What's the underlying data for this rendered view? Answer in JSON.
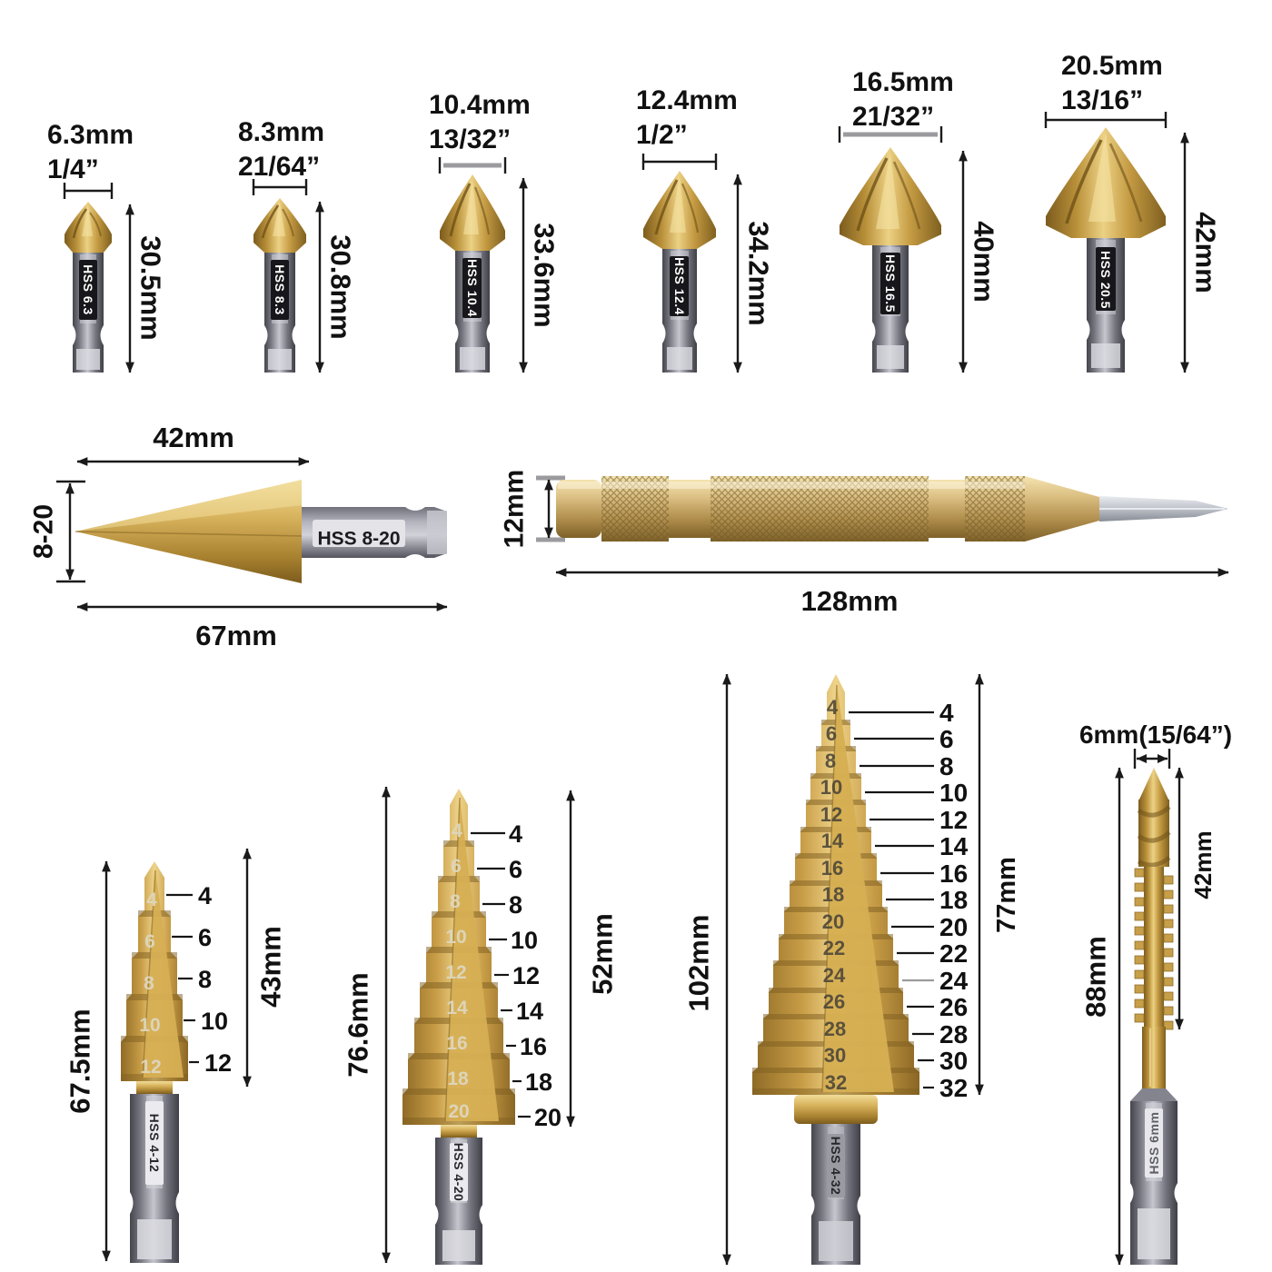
{
  "page": {
    "background": "#ffffff"
  },
  "colors": {
    "gold": "#c89d47",
    "gold_light": "#ecd184",
    "gold_dark": "#7c5c1e",
    "steel_gray": "#74747e",
    "brass": "#d9bd7e",
    "dimension": "#1a1a1a"
  },
  "countersink_bits": [
    {
      "size_mm": "6.3mm",
      "size_in": "1/4”",
      "marking": "HSS 6.3",
      "length": "30.5mm"
    },
    {
      "size_mm": "8.3mm",
      "size_in": "21/64”",
      "marking": "HSS 8.3",
      "length": "30.8mm"
    },
    {
      "size_mm": "10.4mm",
      "size_in": "13/32”",
      "marking": "HSS 10.4",
      "length": "33.6mm"
    },
    {
      "size_mm": "12.4mm",
      "size_in": "1/2”",
      "marking": "HSS 12.4",
      "length": "34.2mm"
    },
    {
      "size_mm": "16.5mm",
      "size_in": "21/32”",
      "marking": "HSS 16.5",
      "length": "40mm"
    },
    {
      "size_mm": "20.5mm",
      "size_in": "13/16”",
      "marking": "HSS 20.5",
      "length": "42mm"
    }
  ],
  "cone_drill": {
    "cone_length": "42mm",
    "range": "8-20",
    "marking": "HSS 8-20",
    "total_length": "67mm"
  },
  "center_punch": {
    "diameter": "12mm",
    "length": "128mm"
  },
  "step_drills": [
    {
      "marking": "HSS 4-12",
      "total_length": "67.5mm",
      "step_section_length": "43mm",
      "steps": [
        "4",
        "6",
        "8",
        "10",
        "12"
      ]
    },
    {
      "marking": "HSS 4-20",
      "total_length": "76.6mm",
      "step_section_length": "52mm",
      "steps": [
        "4",
        "6",
        "8",
        "10",
        "12",
        "14",
        "16",
        "18",
        "20"
      ]
    },
    {
      "marking": "HSS 4-32",
      "total_length": "102mm",
      "step_section_length": "77mm",
      "steps": [
        "4",
        "6",
        "8",
        "10",
        "12",
        "14",
        "16",
        "18",
        "20",
        "22",
        "24",
        "26",
        "28",
        "30",
        "32"
      ]
    }
  ],
  "saw_drill": {
    "diameter": "6mm(15/64”)",
    "marking": "HSS 6mm",
    "total_length": "88mm",
    "flute_length": "42mm"
  }
}
